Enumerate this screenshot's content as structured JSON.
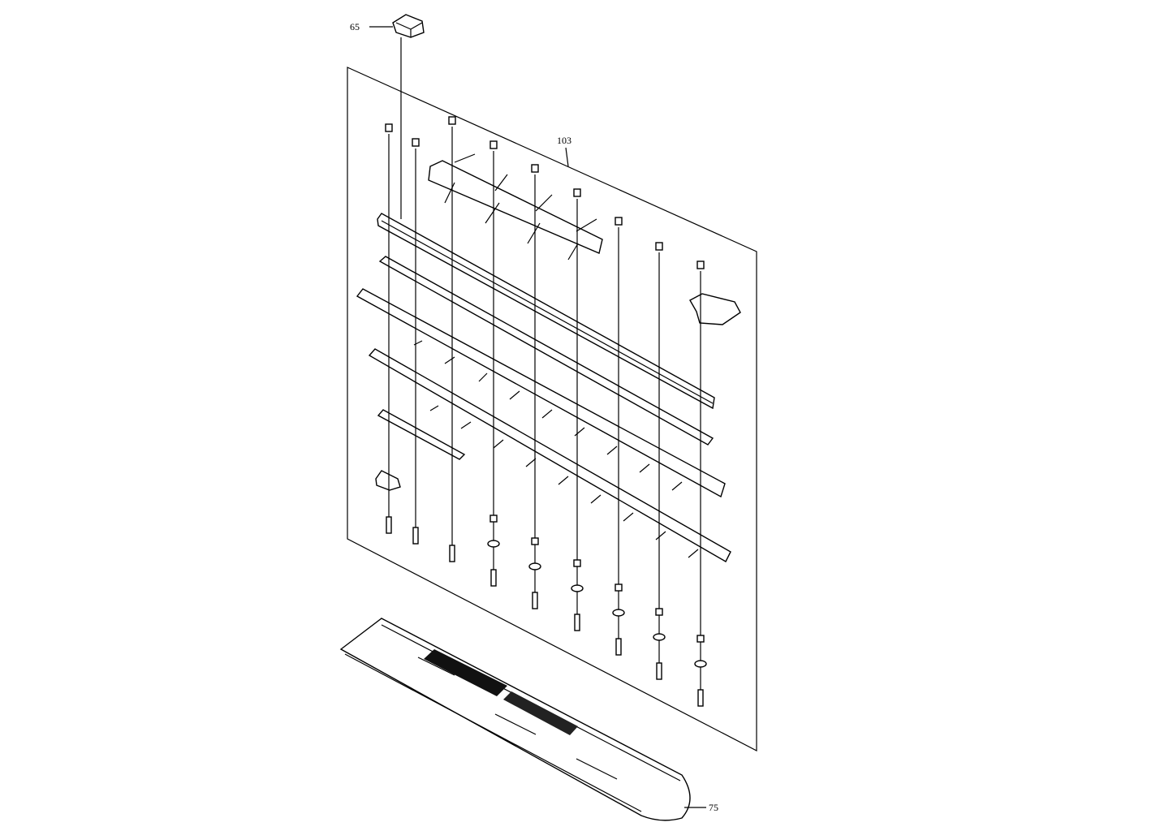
{
  "diagram": {
    "type": "exploded-parts-view",
    "callouts": [
      {
        "id": "65",
        "label": "65"
      },
      {
        "id": "103",
        "label": "103"
      },
      {
        "id": "75",
        "label": "75"
      }
    ],
    "colors": {
      "line": "#000000",
      "background": "#ffffff"
    }
  }
}
